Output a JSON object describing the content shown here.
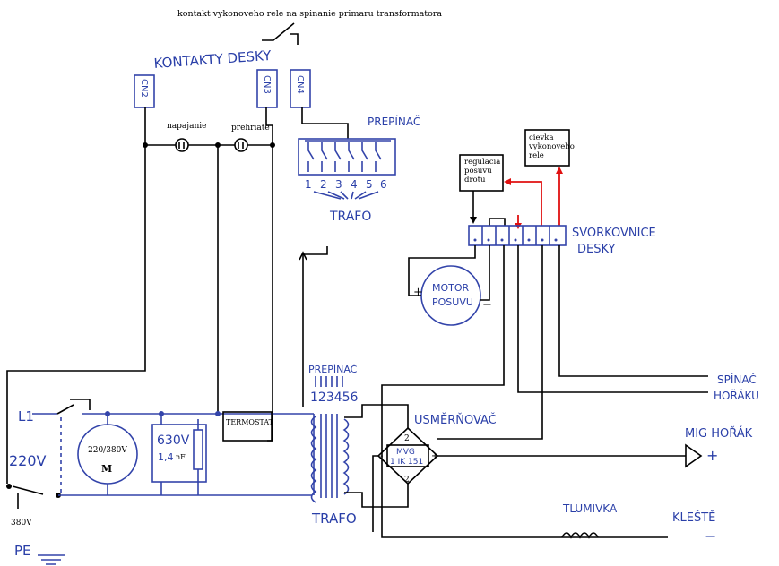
{
  "top_note": "kontakt vykonoveho rele na spinanie primaru transformatora",
  "contacts_title": "KONTAKTY DESKY",
  "connectors": {
    "cn2": "CN2",
    "cn3": "CN3",
    "cn4": "CN4"
  },
  "napajanie": "napajanie",
  "prehriate": "prehriate",
  "prepinac_top": "PREPÍNAČ",
  "switch_numbers": [
    "1",
    "2",
    "3",
    "4",
    "5",
    "6"
  ],
  "trafo_top": "TRAFO",
  "regulacia": [
    "regulacia",
    "posuvu",
    "drotu"
  ],
  "cievka": [
    "cievka",
    "vykonoveho",
    "rele"
  ],
  "svorkovnice": [
    "SVORKOVNICE",
    "DESKY"
  ],
  "motor": [
    "MOTOR",
    "POSUVU"
  ],
  "motor_plus": "+",
  "motor_minus": "−",
  "l1": "L1",
  "v220": "220V",
  "v380": "380V",
  "motor_voltage": "220/380V",
  "motor_m": "M",
  "cap_voltage": "630V",
  "cap_value": "1,4",
  "cap_unit": "nF",
  "termostat": "TERMOSTAT",
  "prepinac_trafo": "PREPÍNAČ",
  "trafo_numbers": "123456",
  "trafo_bottom": "TRAFO",
  "usmernovac": "USMĚRŇOVAČ",
  "bridge_model": [
    "MVG",
    "1 IK 151"
  ],
  "bridge_plus": "+",
  "bridge_minus": "-",
  "bridge_two_top": "2",
  "bridge_two_bot": "2",
  "spinac": [
    "SPÍNAČ",
    "HOŘÁKU"
  ],
  "mig": "MIG HOŘÁK",
  "mig_plus": "+",
  "tlumivka": "TLUMIVKA",
  "kleste": "KLEŠTĚ",
  "kleste_minus": "−",
  "pe": "PE",
  "colors": {
    "ink": "#000000",
    "pen": "#3344aa",
    "red": "#e01010"
  }
}
